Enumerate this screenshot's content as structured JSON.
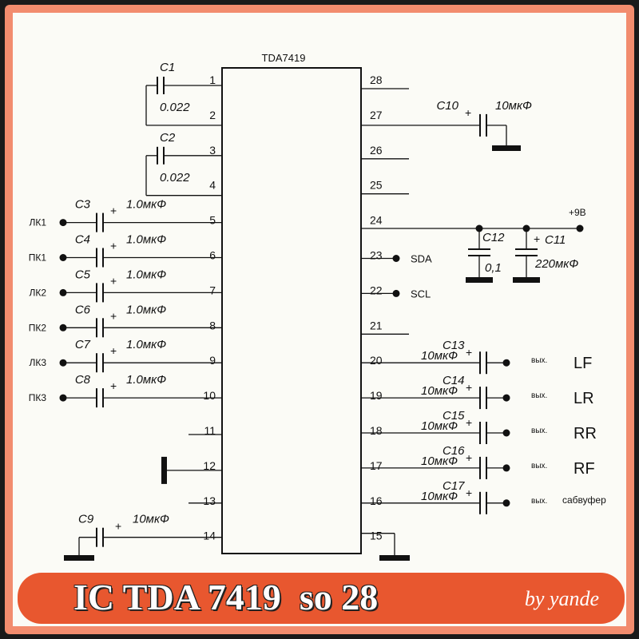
{
  "ic": {
    "name": "TDA7419",
    "pins_left": [
      "1",
      "2",
      "3",
      "4",
      "5",
      "6",
      "7",
      "8",
      "9",
      "10",
      "11",
      "12",
      "13",
      "14"
    ],
    "pins_right": [
      "28",
      "27",
      "26",
      "25",
      "24",
      "23",
      "22",
      "21",
      "20",
      "19",
      "18",
      "17",
      "16",
      "15"
    ]
  },
  "caps": [
    {
      "ref": "C1",
      "value": "0.022"
    },
    {
      "ref": "C2",
      "value": "0.022"
    },
    {
      "ref": "C3",
      "value": "1.0мкФ"
    },
    {
      "ref": "C4",
      "value": "1.0мкФ"
    },
    {
      "ref": "C5",
      "value": "1.0мкФ"
    },
    {
      "ref": "C6",
      "value": "1.0мкФ"
    },
    {
      "ref": "C7",
      "value": "1.0мкФ"
    },
    {
      "ref": "C8",
      "value": "1.0мкФ"
    },
    {
      "ref": "C9",
      "value": "10мкФ"
    },
    {
      "ref": "C10",
      "value": "10мкФ"
    },
    {
      "ref": "C11",
      "value": "220мкФ"
    },
    {
      "ref": "C12",
      "value": "0,1"
    },
    {
      "ref": "C13",
      "value": "10мкФ"
    },
    {
      "ref": "C14",
      "value": "10мкФ"
    },
    {
      "ref": "C15",
      "value": "10мкФ"
    },
    {
      "ref": "C16",
      "value": "10мкФ"
    },
    {
      "ref": "C17",
      "value": "10мкФ"
    }
  ],
  "inputs": [
    "ЛК1",
    "ПК1",
    "ЛК2",
    "ПК2",
    "ЛК3",
    "ПК3"
  ],
  "bus": {
    "sda": "SDA",
    "scl": "SCL"
  },
  "supply": "+9В",
  "plus": "+",
  "outputs": [
    {
      "prefix": "вых.",
      "label": "LF"
    },
    {
      "prefix": "вых.",
      "label": "LR"
    },
    {
      "prefix": "вых.",
      "label": "RR"
    },
    {
      "prefix": "вых.",
      "label": "RF"
    },
    {
      "prefix": "вых.",
      "label": "сабвуфер"
    }
  ],
  "banner": {
    "title": "IC TDA 7419  so 28",
    "credit": "by yande"
  }
}
